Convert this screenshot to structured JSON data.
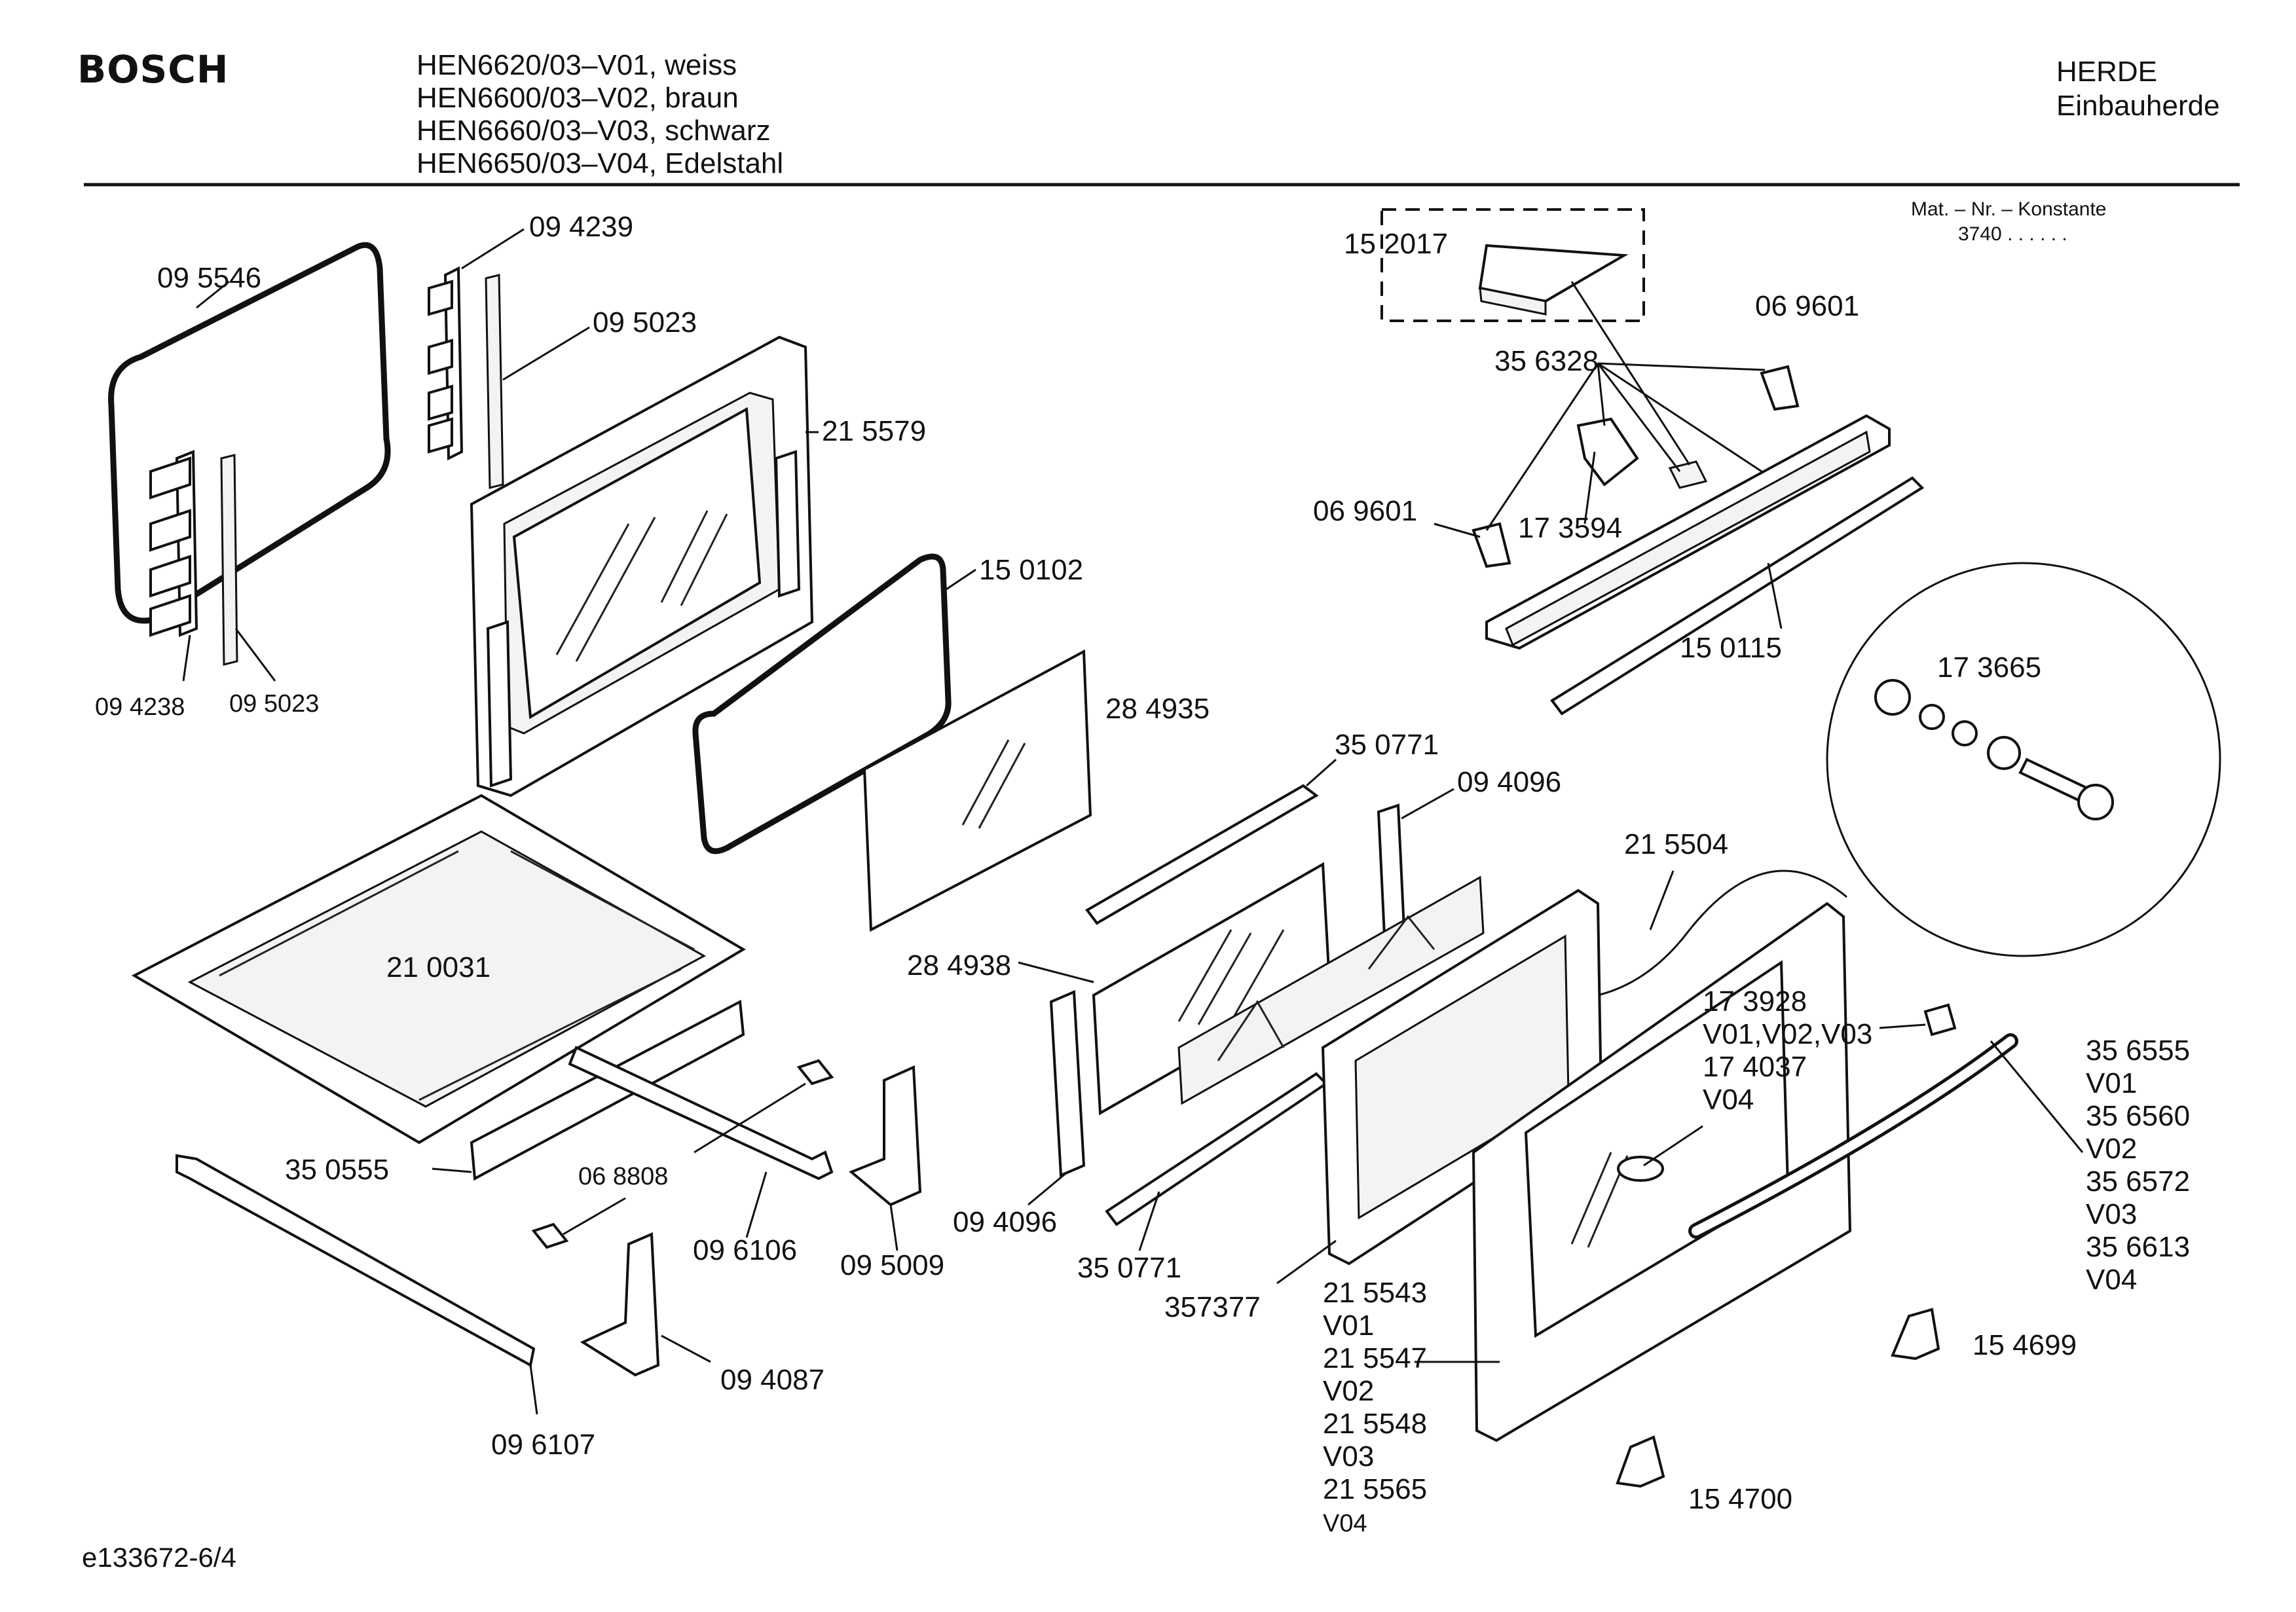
{
  "header": {
    "brand": "BOSCH",
    "models": [
      "HEN6620/03–V01, weiss",
      "HEN6600/03–V02, braun",
      "HEN6660/03–V03, schwarz",
      "HEN6650/03–V04, Edelstahl"
    ],
    "category_line1": "HERDE",
    "category_line2": "Einbauherde",
    "mat_label": "Mat. – Nr. – Konstante",
    "mat_value": "3740  .  .   .  .  .  ."
  },
  "labels": {
    "l095546": "09 5546",
    "l094239": "09 4239",
    "l095023a": "09 5023",
    "l215579": "21 5579",
    "l150102": "15 0102",
    "l284935": "28 4935",
    "l094238": "09 4238",
    "l095023b": "09 5023",
    "l210031": "21 0031",
    "l350555": "35 0555",
    "l068808": "06 8808",
    "l096106": "09 6106",
    "l095009": "09 5009",
    "l094087": "09 4087",
    "l096107": "09 6107",
    "l152017": "15 2017",
    "l069601a": "06 9601",
    "l356328": "35 6328",
    "l069601b": "06 9601",
    "l173594": "17 3594",
    "l150115": "15 0115",
    "l173665": "17 3665",
    "l350771a": "35 0771",
    "l094096a": "09 4096",
    "l215504": "21 5504",
    "l284938": "28 4938",
    "l173928": "17 3928",
    "l173928v": "V01,V02,V03",
    "l174037": "17 4037",
    "l174037v": "V04",
    "l094096b": "09 4096",
    "l350771b": "35 0771",
    "l357377": "357377",
    "l215543": "21 5543",
    "l215543v": "V01",
    "l215547": "21 5547",
    "l215547v": "V02",
    "l215548": "21 5548",
    "l215548v": "V03",
    "l215565": "21 5565",
    "l215565v": "V04",
    "l356555": "35 6555",
    "l356555v": "V01",
    "l356560": "35 6560",
    "l356560v": "V02",
    "l356572": "35 6572",
    "l356572v": "V03",
    "l356613": "35 6613",
    "l356613v": "V04",
    "l154699": "15 4699",
    "l154700": "15 4700"
  },
  "footer": {
    "doc_id": "e133672-6/4"
  }
}
